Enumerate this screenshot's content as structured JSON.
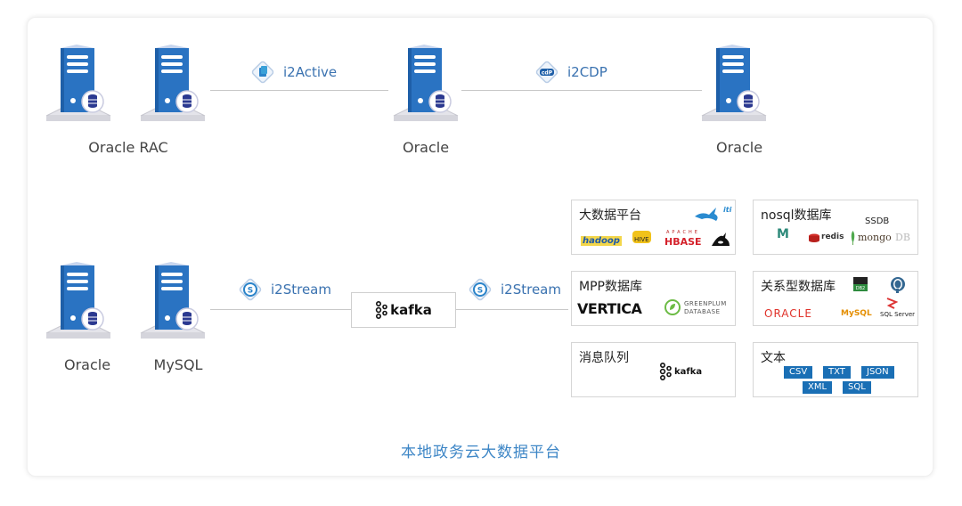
{
  "colors": {
    "server_blue": "#2a73c2",
    "server_dark": "#1e5fa8",
    "db_navy": "#2b3990",
    "tool_text": "#3a72b0",
    "footer_text": "#3d86c6",
    "chip_blue": "#1a6fb5"
  },
  "top_row": {
    "nodes": [
      {
        "label": "Oracle RAC",
        "icon": "database-server-icon",
        "count": 2
      },
      {
        "label": "Oracle",
        "icon": "database-server-icon"
      },
      {
        "label": "Oracle",
        "icon": "database-server-icon"
      }
    ],
    "tools": [
      {
        "label": "i2Active",
        "icon": "i2active-icon"
      },
      {
        "label": "i2CDP",
        "icon": "cdp-icon",
        "icon_text": "cdP"
      }
    ]
  },
  "bottom_row": {
    "sources": [
      {
        "label": "Oracle",
        "icon": "database-server-icon"
      },
      {
        "label": "MySQL",
        "icon": "database-server-icon"
      }
    ],
    "tools": [
      {
        "label": "i2Stream",
        "icon": "i2stream-icon"
      },
      {
        "label": "i2Stream",
        "icon": "i2stream-icon"
      }
    ],
    "middleware": {
      "label": "kafka",
      "icon": "kafka-icon"
    }
  },
  "targets": [
    {
      "title": "大数据平台",
      "logos": [
        "hadoop",
        "HIVE",
        "APACHE",
        "HBASE",
        "iti"
      ]
    },
    {
      "title": "nosql数据库",
      "logos": [
        "M",
        "redis",
        "mongo",
        "DB",
        "SSDB"
      ]
    },
    {
      "title": "MPP数据库",
      "logos": [
        "VERTICA",
        "GREENPLUM",
        "DATABASE"
      ]
    },
    {
      "title": "关系型数据库",
      "logos": [
        "ORACLE",
        "MySQL",
        "SQL Server",
        "DB2"
      ]
    },
    {
      "title": "消息队列",
      "logos": [
        "kafka"
      ]
    },
    {
      "title": "文本",
      "chips": [
        "CSV",
        "TXT",
        "JSON",
        "XML",
        "SQL"
      ]
    }
  ],
  "footer": {
    "label": "本地政务云大数据平台"
  }
}
